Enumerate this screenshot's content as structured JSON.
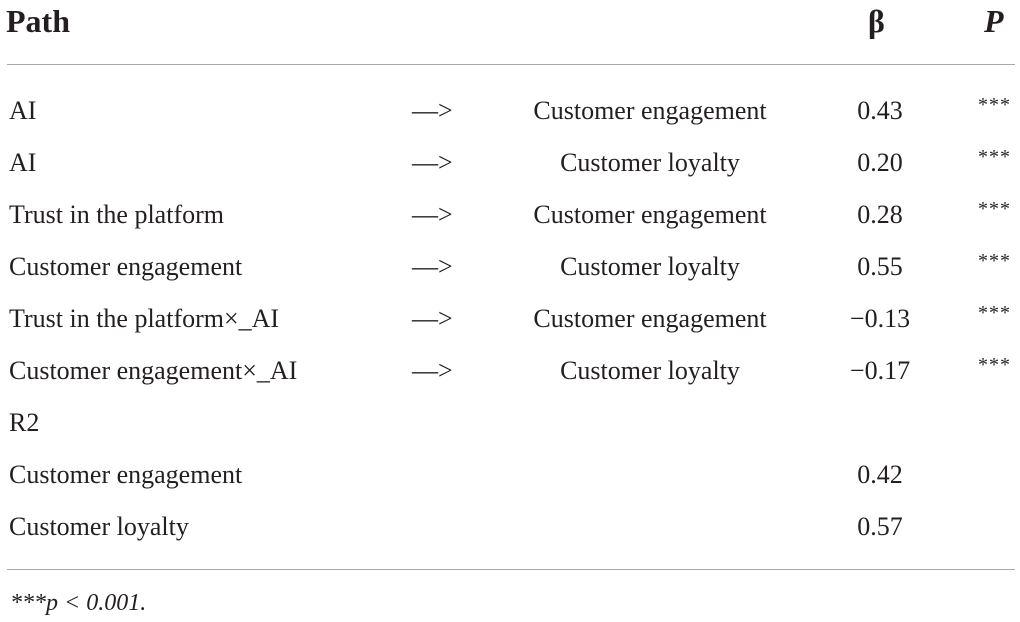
{
  "header": {
    "path": "Path",
    "beta": "β",
    "p": "P"
  },
  "rows": [
    {
      "from": "AI",
      "arrow": "—>",
      "to": "Customer engagement",
      "beta": "0.43",
      "p": "***"
    },
    {
      "from": "AI",
      "arrow": "—>",
      "to": "Customer loyalty",
      "beta": "0.20",
      "p": "***"
    },
    {
      "from": "Trust in the platform",
      "arrow": "—>",
      "to": "Customer engagement",
      "beta": "0.28",
      "p": "***"
    },
    {
      "from": "Customer engagement",
      "arrow": "—>",
      "to": "Customer loyalty",
      "beta": "0.55",
      "p": "***"
    },
    {
      "from": "Trust in the platform×_AI",
      "arrow": "—>",
      "to": "Customer engagement",
      "beta": "−0.13",
      "p": "***"
    },
    {
      "from": "Customer engagement×_AI",
      "arrow": "—>",
      "to": "Customer loyalty",
      "beta": "−0.17",
      "p": "***"
    },
    {
      "from": "R2",
      "arrow": "",
      "to": "",
      "beta": "",
      "p": ""
    },
    {
      "from": "Customer engagement",
      "arrow": "",
      "to": "",
      "beta": "0.42",
      "p": ""
    },
    {
      "from": "Customer loyalty",
      "arrow": "",
      "to": "",
      "beta": "0.57",
      "p": ""
    }
  ],
  "footnote": "***p < 0.001."
}
